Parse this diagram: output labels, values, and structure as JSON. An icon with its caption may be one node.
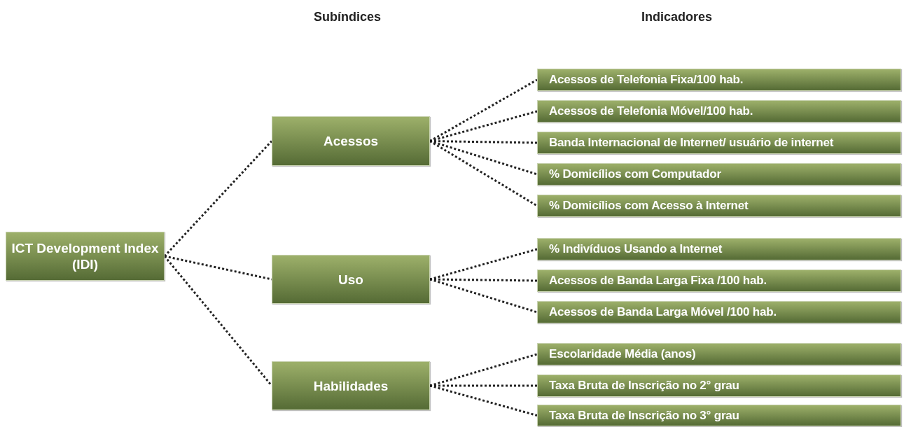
{
  "diagram": {
    "nodes": [
      {
        "text": [
          "ICT Development Index (IDI)"
        ]
      },
      {
        "text": [
          "Acessos"
        ]
      },
      {
        "text": [
          "Acessos de Telefonia Fixa/100 hab."
        ]
      },
      {
        "text": [
          "Acessos de Telefonia Móvel/100 hab."
        ]
      },
      {
        "text": [
          "Banda Internacional de Internet/ usuário de internet"
        ]
      },
      {
        "text": [
          "% Domicílios com Computador"
        ]
      },
      {
        "text": [
          "% Domicílios com Acesso à Internet"
        ]
      },
      {
        "text": [
          "Uso"
        ]
      },
      {
        "text": [
          "% Indivíduos Usando a Internet"
        ]
      },
      {
        "text": [
          "Acessos de Banda Larga Fixa /100 hab."
        ]
      },
      {
        "text": [
          "Acessos de Banda Larga Móvel /100 hab."
        ]
      },
      {
        "text": [
          "Habilidades"
        ]
      },
      {
        "text": [
          "Escolaridade Média (anos)"
        ]
      },
      {
        "text": [
          "Taxa Bruta de Inscrição no 2° grau"
        ]
      },
      {
        "text": [
          "Taxa Bruta de Inscrição no 3° grau"
        ]
      }
    ],
    "edges": [
      {
        "from": 0,
        "to": 1,
        "arrow": "none",
        "style": "dashed"
      },
      {
        "from": 0,
        "to": 7,
        "arrow": "none",
        "style": "dashed"
      },
      {
        "from": 0,
        "to": 11,
        "arrow": "none",
        "style": "dashed"
      },
      {
        "from": 1,
        "to": 2,
        "arrow": "none",
        "style": "dashed"
      },
      {
        "from": 1,
        "to": 3,
        "arrow": "none",
        "style": "dashed"
      },
      {
        "from": 1,
        "to": 4,
        "arrow": "none",
        "style": "dashed"
      },
      {
        "from": 1,
        "to": 5,
        "arrow": "none",
        "style": "dashed"
      },
      {
        "from": 1,
        "to": 6,
        "arrow": "none",
        "style": "dashed"
      },
      {
        "from": 7,
        "to": 8,
        "arrow": "none",
        "style": "dashed"
      },
      {
        "from": 7,
        "to": 9,
        "arrow": "none",
        "style": "dashed"
      },
      {
        "from": 7,
        "to": 10,
        "arrow": "none",
        "style": "dashed"
      },
      {
        "from": 11,
        "to": 12,
        "arrow": "none",
        "style": "dashed"
      },
      {
        "from": 11,
        "to": 13,
        "arrow": "none",
        "style": "dashed"
      },
      {
        "from": 11,
        "to": 14,
        "arrow": "none",
        "style": "dashed"
      }
    ],
    "labels": [
      "Subíndices",
      "Indicadores"
    ]
  }
}
